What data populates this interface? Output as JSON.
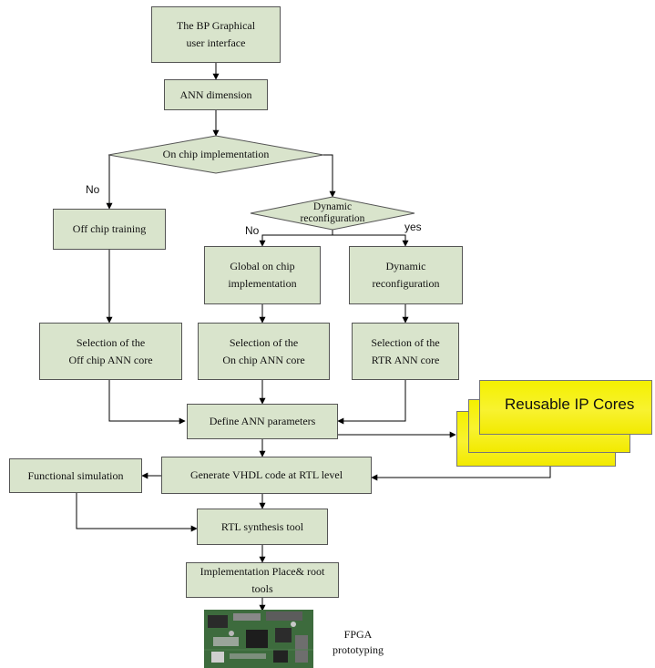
{
  "nodes": {
    "bp_gui": "The BP Graphical\nuser interface",
    "ann_dimension": "ANN dimension",
    "on_chip_impl": "On chip implementation",
    "off_chip_training": "Off chip training",
    "dynamic_reconfig_decision": "Dynamic\nreconfiguration",
    "global_on_chip": "Global on chip\nimplementation",
    "dynamic_reconfig": "Dynamic\nreconfiguration",
    "sel_off_chip": "Selection of the\nOff chip ANN core",
    "sel_on_chip": "Selection of the\nOn chip ANN core",
    "sel_rtr": "Selection of the\nRTR ANN core",
    "define_params": "Define ANN parameters",
    "functional_sim": "Functional simulation",
    "generate_vhdl": "Generate VHDL code at RTL level",
    "rtl_synthesis": "RTL synthesis tool",
    "implementation": "Implementation Place& root tools",
    "fpga": "FPGA\nprototyping",
    "reusable_ip": "Reusable IP Cores"
  },
  "edge_labels": {
    "no_left": "No",
    "no_mid": "No",
    "yes": "yes"
  },
  "colors": {
    "box_fill": "#d9e4cc",
    "box_border": "#555555",
    "ip_fill": "#f4f000",
    "line": "#000000"
  }
}
